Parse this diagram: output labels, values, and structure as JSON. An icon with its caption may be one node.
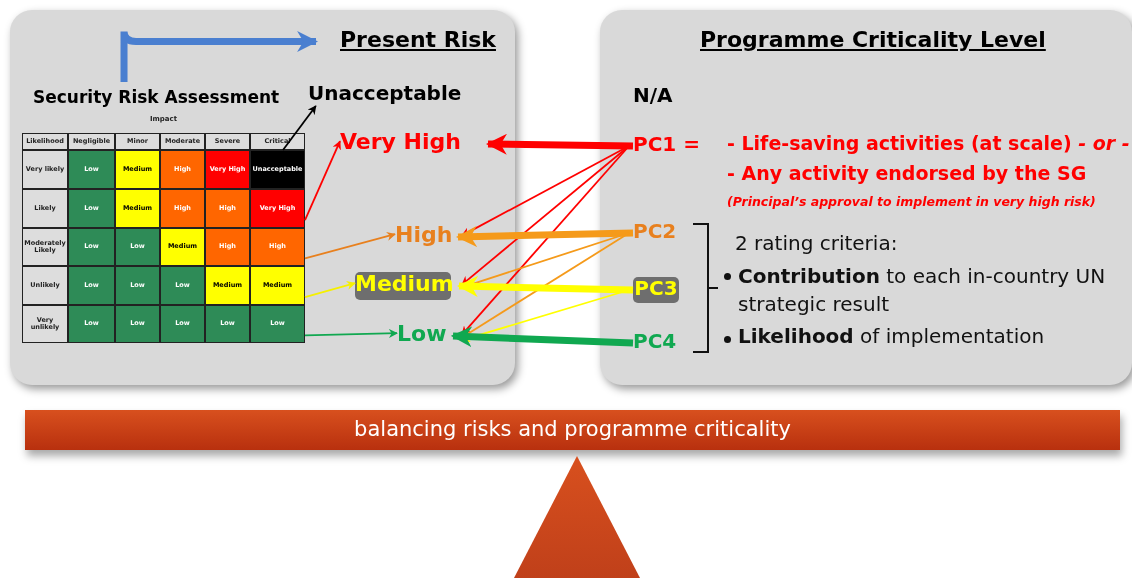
{
  "diagram": {
    "nodes": [
      {
        "text": [],
        "shape": "box"
      },
      {
        "text": [
          "Present Risk"
        ],
        "in": 0
      },
      {
        "text": [
          "Security Risk Assessment"
        ],
        "in": 0
      },
      {
        "text": [
          "Unacceptable"
        ],
        "in": 0
      },
      {
        "text": [
          "Very High"
        ],
        "in": 0
      },
      {
        "text": [
          "High"
        ],
        "in": 0
      },
      {
        "text": [
          "Medium"
        ],
        "in": 0
      },
      {
        "text": [
          "Low"
        ],
        "in": 0
      },
      {
        "text": [
          "Low"
        ],
        "in": 0
      },
      {
        "text": [
          "Medium"
        ],
        "in": 0
      },
      {
        "text": [
          "High"
        ],
        "in": 0
      },
      {
        "text": [
          "Very High"
        ],
        "in": 0
      },
      {
        "text": [
          "Unacceptable"
        ],
        "in": 0
      },
      {
        "text": [
          "Low"
        ],
        "in": 0
      },
      {
        "text": [
          "Medium"
        ],
        "in": 0
      },
      {
        "text": [
          "High"
        ],
        "in": 0
      },
      {
        "text": [
          "High"
        ],
        "in": 0
      },
      {
        "text": [
          "Very High"
        ],
        "in": 0
      },
      {
        "text": [
          "Low"
        ],
        "in": 0
      },
      {
        "text": [
          "Low"
        ],
        "in": 0
      },
      {
        "text": [
          "Medium"
        ],
        "in": 0
      },
      {
        "text": [
          "High"
        ],
        "in": 0
      },
      {
        "text": [
          "High"
        ],
        "in": 0
      },
      {
        "text": [
          "Low"
        ],
        "in": 0
      },
      {
        "text": [
          "Low"
        ],
        "in": 0
      },
      {
        "text": [
          "Low"
        ],
        "in": 0
      },
      {
        "text": [
          "Medium"
        ],
        "in": 0
      },
      {
        "text": [
          "Medium"
        ],
        "in": 0
      },
      {
        "text": [
          "Low"
        ],
        "in": 0
      },
      {
        "text": [
          "Low"
        ],
        "in": 0
      },
      {
        "text": [
          "Low"
        ],
        "in": 0
      },
      {
        "text": [
          "Low"
        ],
        "in": 0
      },
      {
        "text": [
          "Low"
        ],
        "in": 0
      },
      {
        "text": [
          "Programme Criticality Level"
        ]
      },
      {
        "text": [
          "PC1 ="
        ],
        "in": 33
      },
      {
        "text": [
          "PC2"
        ],
        "in": 33
      },
      {
        "text": [
          "PC3"
        ],
        "in": 33
      },
      {
        "text": [
          "PC4"
        ],
        "in": 33
      },
      {
        "text": [
          "balancing risks and programme criticality"
        ]
      },
      {
        "text": [],
        "shape": "triangle"
      }
    ],
    "edges": [
      {
        "from": 2,
        "to": 1,
        "arrow": "to",
        "style": "thick",
        "color": "#4a7fd0"
      },
      {
        "from": 12,
        "to": 3,
        "arrow": "to",
        "color": "#000000"
      },
      {
        "from": 17,
        "to": 4,
        "arrow": "to",
        "color": "#ff0000"
      },
      {
        "from": 22,
        "to": 5,
        "arrow": "to",
        "color": "#e8801e"
      },
      {
        "from": 27,
        "to": 6,
        "arrow": "to",
        "color": "#f5f000"
      },
      {
        "from": 32,
        "to": 7,
        "arrow": "to",
        "color": "#10a850"
      },
      {
        "from": 34,
        "to": 4,
        "arrow": "to",
        "style": "thick",
        "color": "#ff0000"
      },
      {
        "from": 34,
        "to": 5,
        "arrow": "to",
        "color": "#ff0000"
      },
      {
        "from": 34,
        "to": 6,
        "arrow": "to",
        "color": "#ff0000"
      },
      {
        "from": 34,
        "to": 7,
        "arrow": "to",
        "color": "#ff0000"
      },
      {
        "from": 35,
        "to": 5,
        "arrow": "to",
        "style": "thick",
        "color": "#f59a1a"
      },
      {
        "from": 35,
        "to": 6,
        "arrow": "to",
        "color": "#f59a1a"
      },
      {
        "from": 35,
        "to": 7,
        "arrow": "to",
        "color": "#f59a1a"
      },
      {
        "from": 36,
        "to": 6,
        "arrow": "to",
        "style": "thick",
        "color": "#ffff00"
      },
      {
        "from": 36,
        "to": 7,
        "arrow": "to",
        "color": "#ffff00"
      },
      {
        "from": 37,
        "to": 7,
        "arrow": "to",
        "style": "thick",
        "color": "#10a850"
      }
    ],
    "labels": [
      "Impact",
      "Likelihood",
      "Negligible",
      "Minor",
      "Moderate",
      "Severe",
      "Critical",
      "Very likely",
      "Likely",
      "Moderately Likely",
      "Unlikely",
      "Very unlikely",
      "N/A",
      "- Life-saving activities (at scale)  *- or -*",
      "- Any activity endorsed by the SG",
      "(Principal’s approval to implement in very high risk)",
      "2 rating criteria:",
      "**Contribution** to each in-country UN strategic result",
      "**Likelihood** of implementation"
    ]
  }
}
